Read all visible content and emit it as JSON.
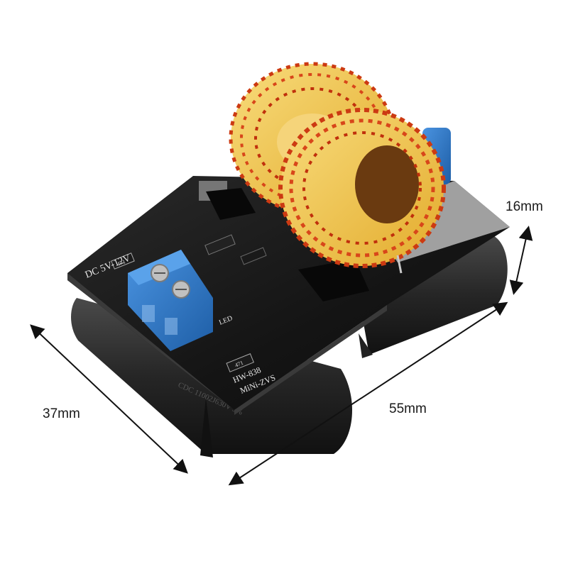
{
  "dimensions": {
    "width": "37mm",
    "length": "55mm",
    "height": "16mm"
  },
  "board": {
    "power_label": "DC 5V-12V",
    "model_label": "HW-838",
    "name_label": "MiNi-ZVS",
    "led_label": "LED",
    "resistor_top_label": "471",
    "resistor_bottom_label": "471",
    "capacitor_print": "CDC 11002J630V 5%"
  },
  "colors": {
    "pcb": "#141414",
    "copper_wire": "#d23a12",
    "toroid_core": "#f2c64e",
    "terminal_block": "#2f79c9",
    "capacitor": "#2a2a2a",
    "heatsink_tab": "#b8b8b8"
  }
}
